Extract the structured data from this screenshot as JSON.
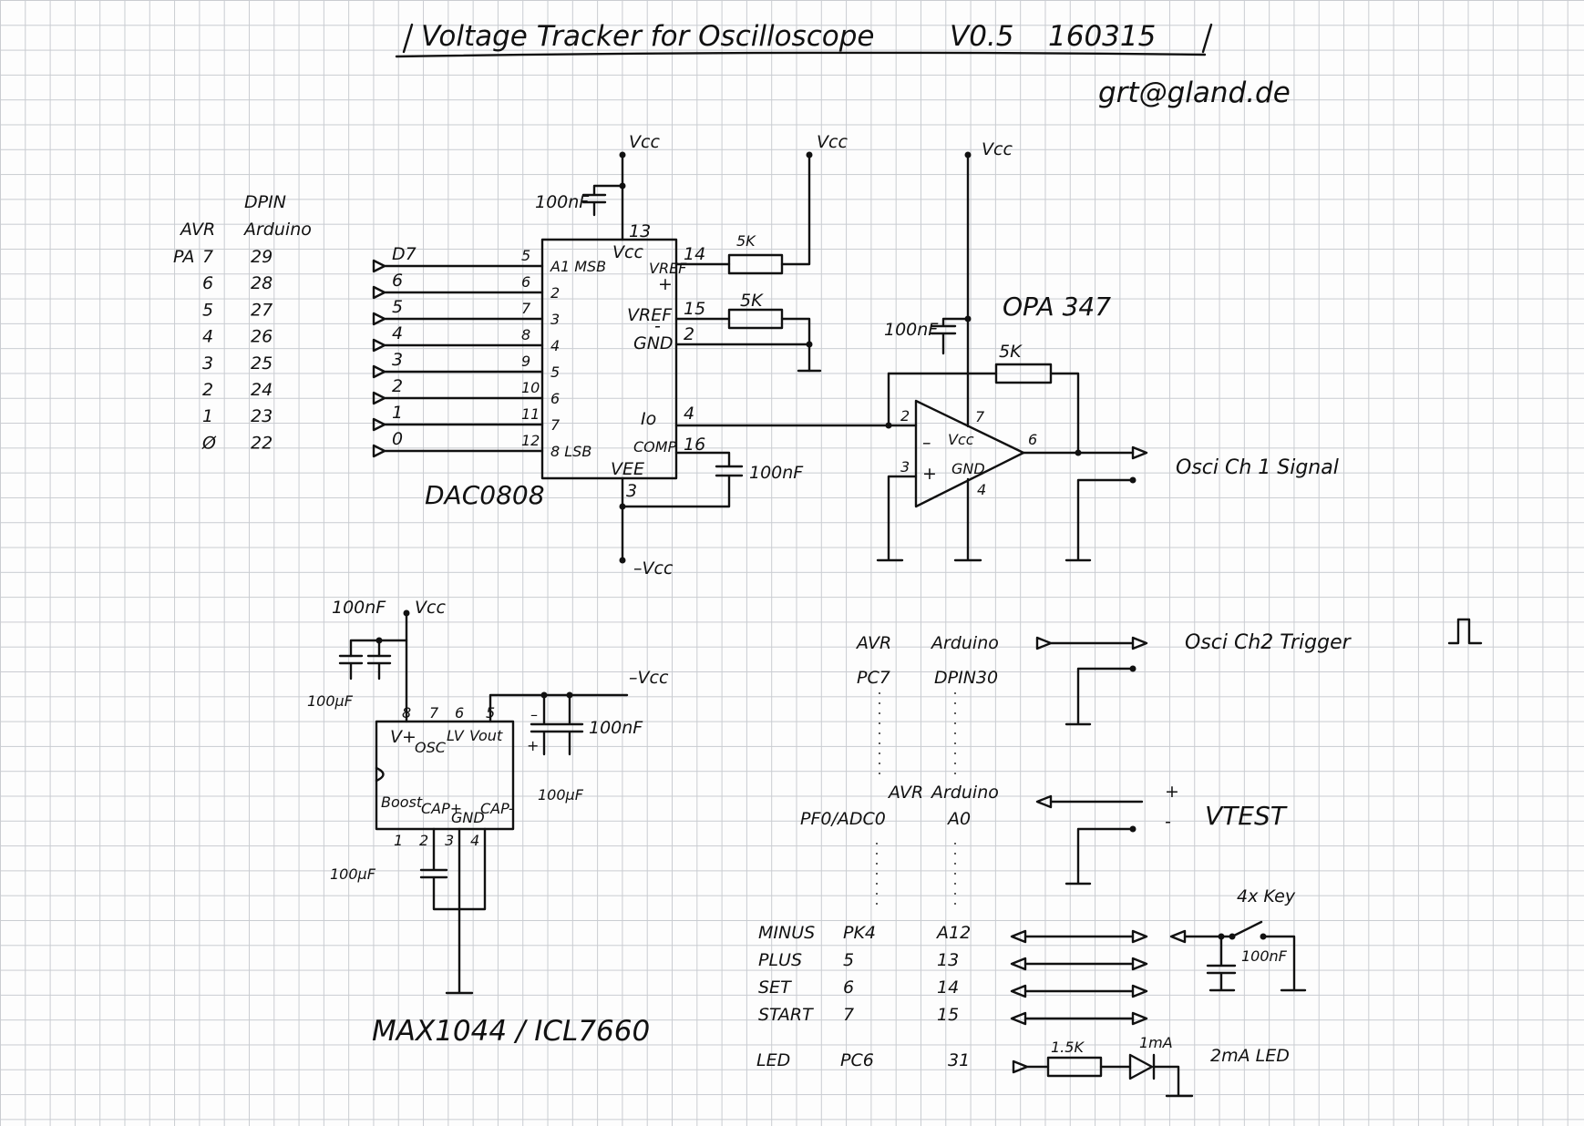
{
  "title": "Voltage Tracker for Oscilloscope",
  "version": "V0.5",
  "date_code": "160315",
  "author_email": "grt@gland.de",
  "pin_table": {
    "header_dpin": "DPIN",
    "header_avr": "AVR",
    "header_arduino": "Arduino",
    "port_prefix": "PA",
    "rows": [
      {
        "avr": "7",
        "arduino": "29"
      },
      {
        "avr": "6",
        "arduino": "28"
      },
      {
        "avr": "5",
        "arduino": "27"
      },
      {
        "avr": "4",
        "arduino": "26"
      },
      {
        "avr": "3",
        "arduino": "25"
      },
      {
        "avr": "2",
        "arduino": "24"
      },
      {
        "avr": "1",
        "arduino": "23"
      },
      {
        "avr": "Ø",
        "arduino": "22"
      }
    ]
  },
  "dac": {
    "name": "DAC0808",
    "input_labels": [
      "D7",
      "6",
      "5",
      "4",
      "3",
      "2",
      "1",
      "0"
    ],
    "left_pin_numbers": [
      "5",
      "6",
      "7",
      "8",
      "9",
      "10",
      "11",
      "12"
    ],
    "inner_left_labels": [
      "A1 MSB",
      "2",
      "3",
      "4",
      "5",
      "6",
      "7",
      "8 LSB"
    ],
    "vcc_label": "Vcc",
    "vref_plus_label": "VREF",
    "plus_sign": "+",
    "vref_minus_label": "VREF",
    "minus_sign": "-",
    "gnd_label": "GND",
    "io_label": "Io",
    "comp_label": "COMP",
    "vee_label": "VEE",
    "pin_13": "13",
    "pin_14": "14",
    "pin_15": "15",
    "pin_2": "2",
    "pin_4": "4",
    "pin_16": "16",
    "pin_3": "3",
    "decoupling_cap": "100nF",
    "comp_cap": "100nF",
    "vref_plus_res": "5K",
    "vref_minus_res": "5K",
    "supply_top": "Vcc",
    "supply_vref": "Vcc",
    "supply_bottom": "–Vcc"
  },
  "opamp": {
    "name": "OPA 347",
    "supply": "Vcc",
    "decoupling_cap": "100nF",
    "feedback_res": "5K",
    "vcc_label": "Vcc",
    "gnd_label": "GND",
    "minus_sign": "–",
    "plus_sign": "+",
    "pin_2": "2",
    "pin_3": "3",
    "pin_4": "4",
    "pin_6": "6",
    "pin_7": "7",
    "output_label": "Osci  Ch 1   Signal"
  },
  "charge_pump": {
    "name": "MAX1044 / ICL7660",
    "supply_in_cap": "100nF",
    "supply_in": "Vcc",
    "bulk_in_cap": "100µF",
    "out_label": "–Vcc",
    "out_cap_small": "100nF",
    "out_cap_bulk": "100µF",
    "boost_cap": "100µF",
    "v_plus": "V+",
    "osc": "OSC",
    "lv": "LV",
    "vout": "Vout",
    "boost": "Boost",
    "cap_plus": "CAP+",
    "gnd": "GND",
    "cap_minus": "CAP-",
    "top_pins": [
      "8",
      "7",
      "6",
      "5"
    ],
    "bottom_pins": [
      "1",
      "2",
      "3",
      "4"
    ],
    "cap_plus_sign": "+",
    "cap_minus_sign": "–"
  },
  "trigger": {
    "col_avr": "AVR",
    "col_arduino": "Arduino",
    "avr_pin": "PC7",
    "arduino_pin": "DPIN30",
    "output_label": "Osci  Ch2   Trigger"
  },
  "vtest": {
    "col_avr": "AVR",
    "col_arduino": "Arduino",
    "avr_pin": "PF0/ADC0",
    "arduino_pin": "A0",
    "plus": "+",
    "minus": "-",
    "label": "VTEST"
  },
  "keys": {
    "group_label": "4x Key",
    "cap": "100nF",
    "rows": [
      {
        "name": "MINUS",
        "avr": "PK4",
        "arduino": "A12"
      },
      {
        "name": "PLUS",
        "avr": "5",
        "arduino": "13"
      },
      {
        "name": "SET",
        "avr": "6",
        "arduino": "14"
      },
      {
        "name": "START",
        "avr": "7",
        "arduino": "15"
      }
    ]
  },
  "led": {
    "name": "LED",
    "avr": "PC6",
    "arduino": "31",
    "resistor": "1.5K",
    "current": "1mA",
    "description": "2mA LED"
  }
}
